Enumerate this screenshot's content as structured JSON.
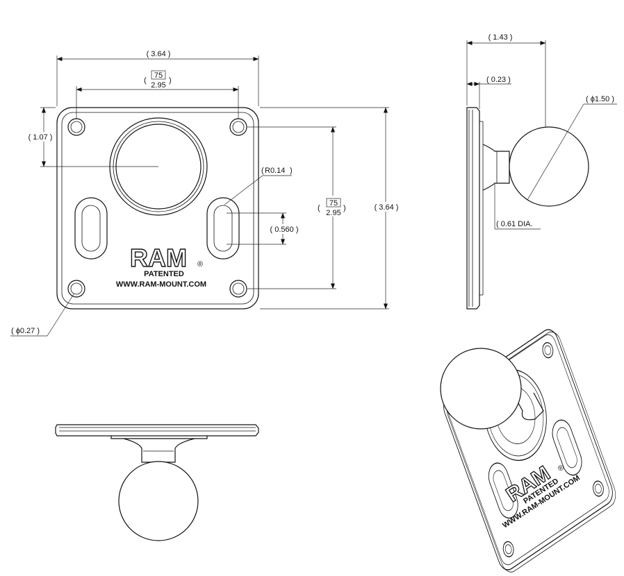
{
  "dimensions": {
    "top_width": "( 3.64 )",
    "hole_spacing_mm": "75",
    "hole_spacing_in": "2.95",
    "ball_offset": "( 1.07 )",
    "slot_radius": "R0.14",
    "vert_spacing_mm": "75",
    "vert_spacing_in": "2.95",
    "slot_length": "( 0.560 )",
    "total_height": "( 3.64 )",
    "hole_dia": "( ϕ0.27 )",
    "side_depth": "( 1.43 )",
    "plate_thickness": "( 0.23 )",
    "ball_dia": "( ϕ1.50 )",
    "neck_dia": "( 0.61 DIA."
  },
  "branding": {
    "logo": "RAM",
    "registered": "®",
    "patented": "PATENTED",
    "url": "WWW.RAM-MOUNT.COM"
  }
}
